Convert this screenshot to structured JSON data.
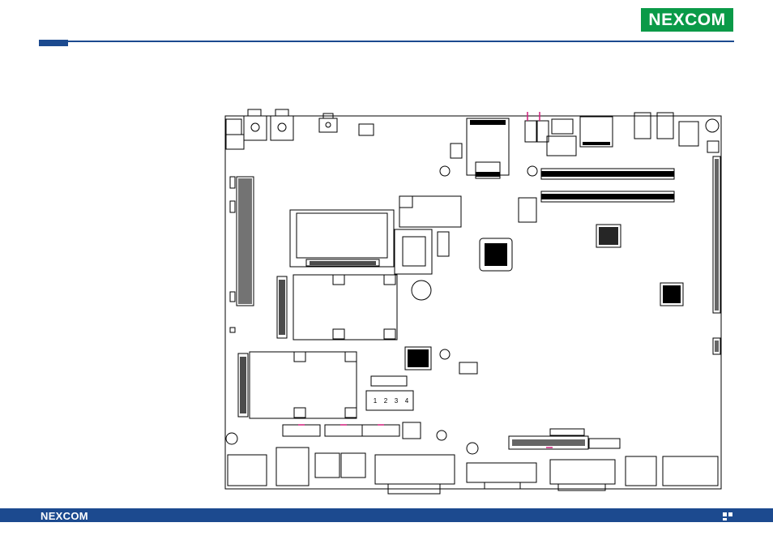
{
  "header": {
    "logo_text": "NEXCOM",
    "brand_color": "#0a9a48",
    "line_color": "#1c4a8f"
  },
  "footer": {
    "logo_text": "NEXCOM",
    "bar_color": "#1c4a8f"
  },
  "diagram": {
    "type": "motherboard-layout-drawing",
    "accent_color": "#d01c7a",
    "connector_pins": [
      "1",
      "2",
      "3",
      "4"
    ]
  }
}
